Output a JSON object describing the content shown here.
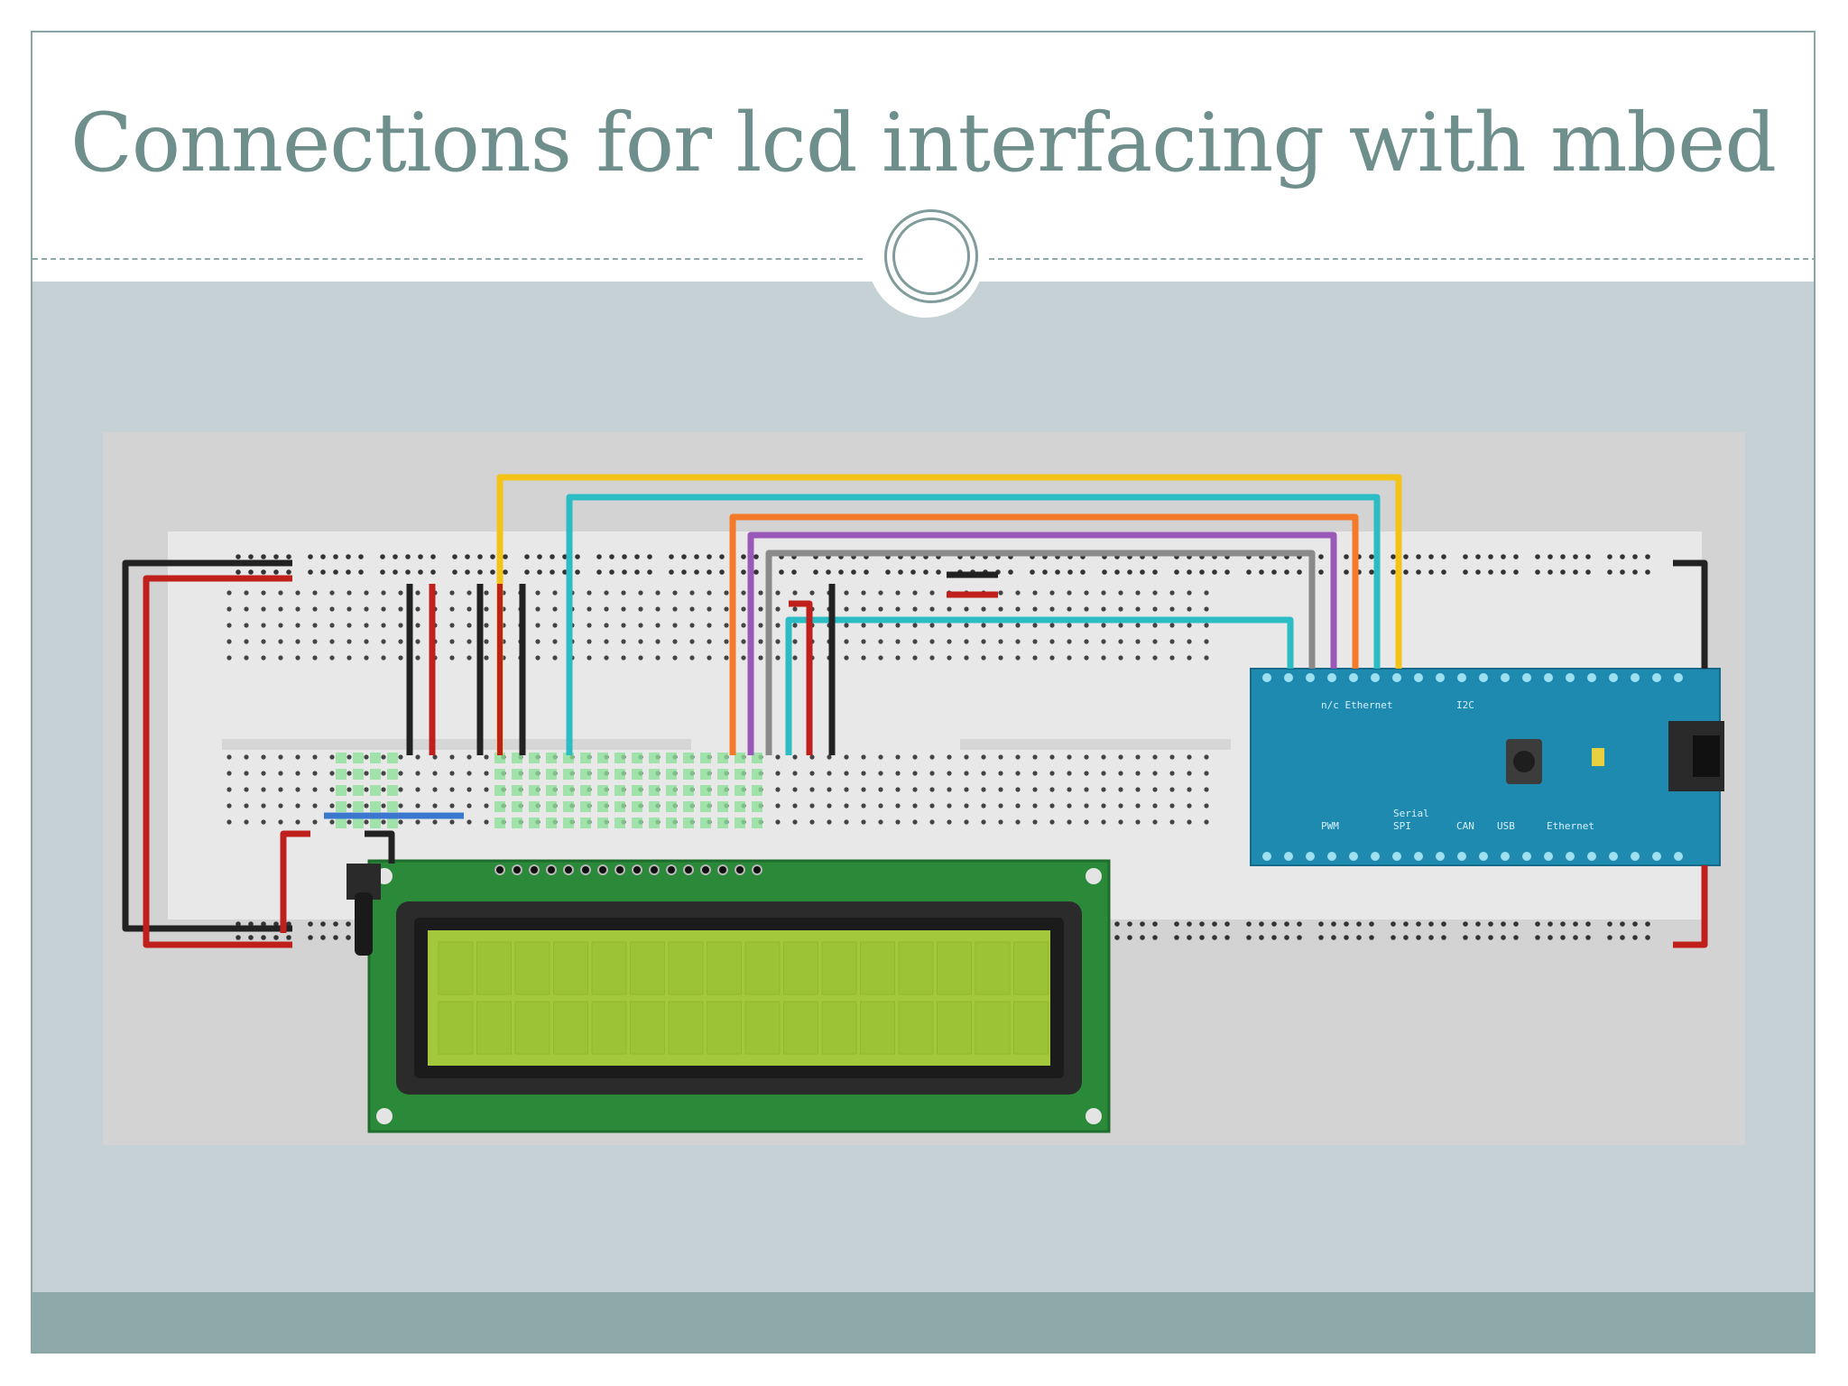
{
  "slide": {
    "title": "Connections for lcd interfacing with mbed"
  },
  "figure": {
    "board_labels": [
      "n/c Ethernet",
      "Serial",
      "SPI",
      "I2C",
      "CAN",
      "USB",
      "Ethernet",
      "PWM"
    ]
  },
  "colors": {
    "title": "#6f8f8d",
    "band": "#c5d1d4",
    "footer": "#8da9aa",
    "lcd_pcb": "#2a8a3a",
    "lcd_screen": "#a3c83c",
    "mbed_board": "#1e8ab0",
    "wire_yellow": "#f3c318",
    "wire_cyan": "#2cbcc4",
    "wire_orange": "#f47a2a",
    "wire_purple": "#9a58b8",
    "wire_gray": "#8a8a8a",
    "wire_red": "#c0201c",
    "wire_black": "#222222",
    "wire_blue": "#3a78d0"
  }
}
